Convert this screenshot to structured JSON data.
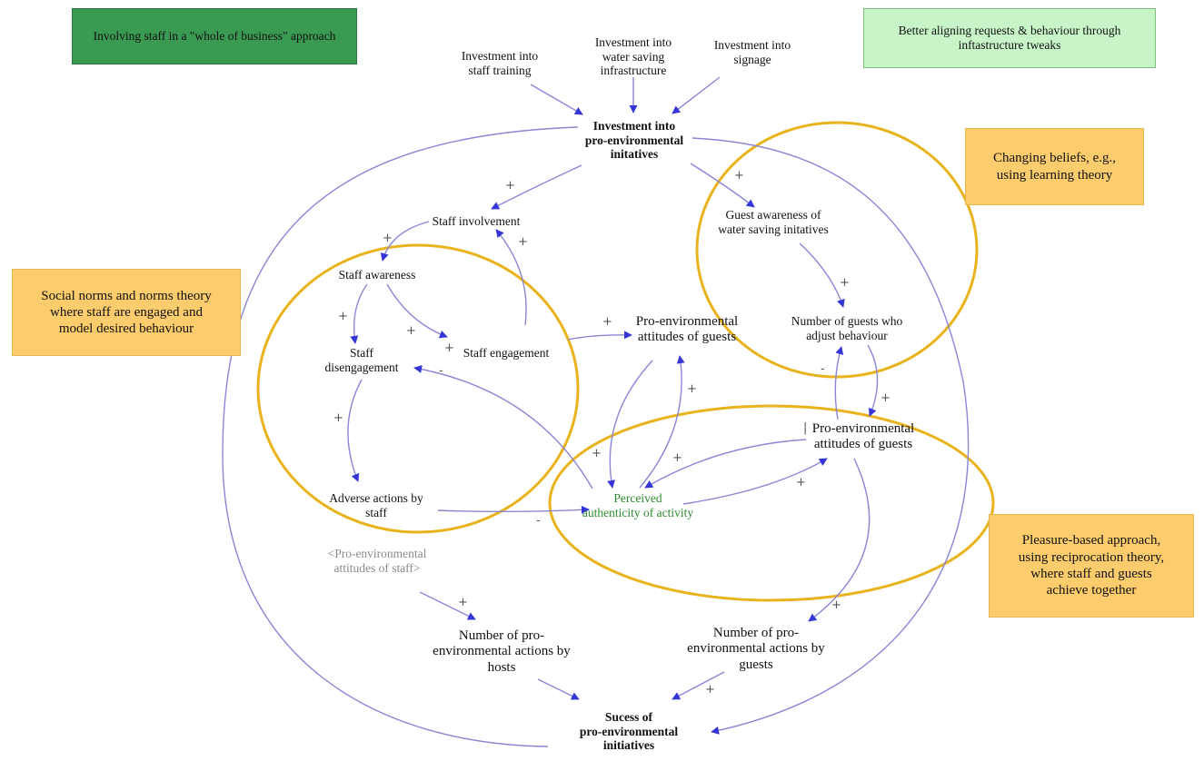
{
  "colors": {
    "dark_green_box": "#3a9a52",
    "light_green_box": "#c8f5c8",
    "orange_box": "#fccc6d",
    "orange_border": "#e8b64c",
    "ellipse": "#e8b31c",
    "loop": "#8a86d6",
    "arrow": "#3535d8",
    "green_text": "#2e8a2e",
    "gray_text": "#8a8a8a"
  },
  "boxes": {
    "whole_business": "Involving staff in a \"whole of business\" approach",
    "infrastructure": "Better aligning requests & behaviour through\ninftastructure tweaks",
    "beliefs": "Changing beliefs, e.g.,\nusing learning theory",
    "social_norms": "Social norms and norms theory\nwhere staff are engaged and\nmodel desired behaviour",
    "pleasure": "Pleasure-based approach,\nusing reciprocation theory,\nwhere staff and guests\nachieve together"
  },
  "nodes": {
    "inv_training": "Investment into\nstaff training",
    "inv_water": "Investment into\nwater saving\ninfrastructure",
    "inv_signage": "Investment into\nsignage",
    "inv_pro": "Investment into\npro-environmental\ninitatives",
    "staff_involvement": "Staff involvement",
    "guest_awareness": "Guest awareness of\nwater saving initatives",
    "staff_awareness": "Staff awareness",
    "staff_disengagement": "Staff\ndisengagement",
    "staff_engagement": "Staff engagement",
    "attitudes_guests_1": "Pro-environmental\nattitudes of guests",
    "guests_adjust": "Number of guests who\nadjust behaviour",
    "attitudes_guests_2": "Pro-environmental\nattitudes of guests",
    "adverse_actions": "Adverse actions by\nstaff",
    "authenticity": "Perceived\nauthenticity of activity",
    "attitudes_staff": "<Pro-environmental\nattitudes of staff>",
    "actions_hosts": "Number of pro-\nenvironmental actions by\nhosts",
    "actions_guests": "Number of pro-\nenvironmental actions by\nguests",
    "success": "Sucess of\npro-environmental\ninitiatives"
  },
  "signs": {
    "plus": "+",
    "minus": "-",
    "tick": "|"
  }
}
